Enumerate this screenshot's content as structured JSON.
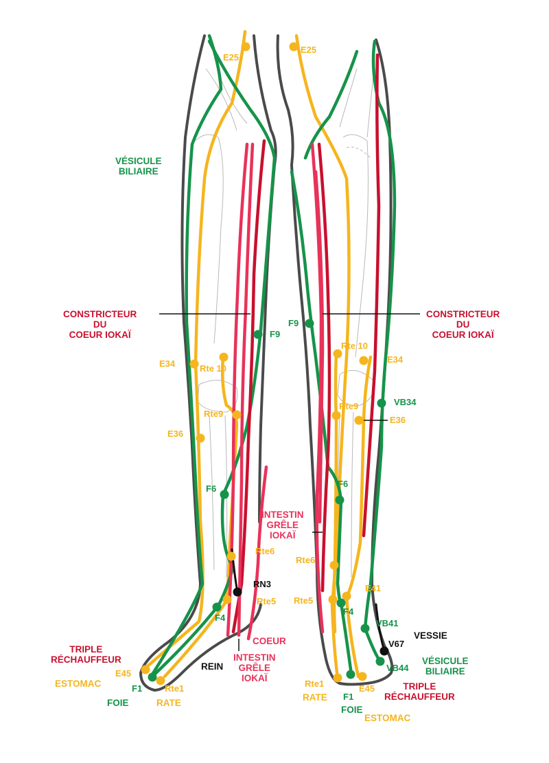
{
  "colors": {
    "outline": "#4a4a4a",
    "estomac": "#F5B51E",
    "vesicule_biliaire": "#16934A",
    "constricteur": "#C8102E",
    "intestin": "#E8325A",
    "rein_vessie": "#111111"
  },
  "meridians": {
    "vesicule_biliaire": [
      "VÉSICULE",
      "BILIAIRE"
    ],
    "constricteur_left": [
      "CONSTRICTEUR",
      "DU",
      "COEUR IOKAÏ"
    ],
    "constricteur_right": [
      "CONSTRICTEUR",
      "DU",
      "COEUR IOKAÏ"
    ],
    "intestin_mid": [
      "INTESTIN",
      "GRÊLE",
      "IOKAÏ"
    ],
    "intestin_bottom": [
      "INTESTIN",
      "GRÊLE",
      "IOKAÏ"
    ],
    "triple_left": [
      "TRIPLE",
      "RÉCHAUFFEUR"
    ],
    "triple_right": [
      "TRIPLE",
      "RÉCHAUFFEUR"
    ],
    "vesicule_right": [
      "VÉSICULE",
      "BILIAIRE"
    ],
    "estomac_left": "ESTOMAC",
    "estomac_right": "ESTOMAC",
    "foie_left": "FOIE",
    "foie_right": "FOIE",
    "rate_left": "RATE",
    "rate_right": "RATE",
    "coeur": "COEUR",
    "rein": "REIN",
    "vessie": "VESSIE"
  },
  "points": {
    "e25_left": "E25",
    "e25_right": "E25",
    "f9_left": "F9",
    "f9_right": "F9",
    "e34_left": "E34",
    "e34_right": "E34",
    "rte10_left": "Rte 10",
    "rte10_right": "Rte 10",
    "rte9_left": "Rte9",
    "rte9_right": "Rte9",
    "e36_left": "E36",
    "e36_right": "E36",
    "vb34": "VB34",
    "f6_left": "F6",
    "f6_right": "F6",
    "rte6_left": "Rte6",
    "rte6_right": "Rte6",
    "rn3": "RN3",
    "rte5_left": "Rte5",
    "rte5_right": "Rte5",
    "f4_left": "F4",
    "f4_right": "F4",
    "e41": "E41",
    "vb41": "VB41",
    "v67": "V67",
    "vb44": "VB44",
    "e45_left": "E45",
    "e45_right": "E45",
    "f1_left": "F1",
    "f1_right": "F1",
    "rte1_left": "Rte1",
    "rte1_right": "Rte1"
  }
}
